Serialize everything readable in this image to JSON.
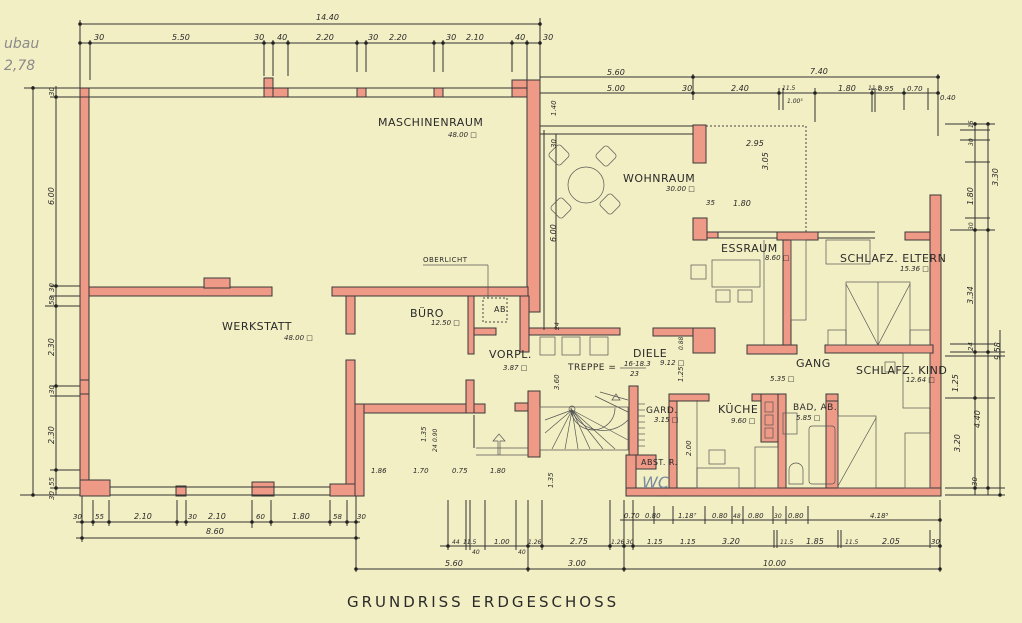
{
  "drawing": {
    "title": "GRUNDRISS ERDGESCHOSS",
    "margin_note": [
      "ubau",
      "2,78"
    ],
    "wc_note": "WC",
    "colors": {
      "paper": "#f3efc4",
      "wall_fill": "#ee9a86",
      "ink": "#2a2a2a"
    }
  },
  "rooms": [
    {
      "name": "MASCHINENRAUM",
      "area": "48.00 □"
    },
    {
      "name": "WOHNRAUM",
      "area": "30.00 □"
    },
    {
      "name": "ESSRAUM",
      "area": "8.60 □"
    },
    {
      "name": "SCHLAFZ. ELTERN",
      "area": "15.36 □"
    },
    {
      "name": "WERKSTATT",
      "area": "48.00 □"
    },
    {
      "name": "BÜRO",
      "area": "12.50 □"
    },
    {
      "name": "VORPL.",
      "area": "3.87 □"
    },
    {
      "name": "DIELE",
      "area": "9.12 □"
    },
    {
      "name": "GANG",
      "area": "5.35 □"
    },
    {
      "name": "SCHLAFZ. KIND",
      "area": "12.64 □"
    },
    {
      "name": "GARD.",
      "area": "3.15 □"
    },
    {
      "name": "KÜCHE",
      "area": "9.60 □"
    },
    {
      "name": "BAD, AB.",
      "area": "5.85 □"
    },
    {
      "name": "ABST. R.",
      "area": ""
    },
    {
      "name": "AB.",
      "area": ""
    }
  ],
  "labels": {
    "oberlicht": "OBERLICHT",
    "treppe": "TREPPE =",
    "treppe_num": "16·18.3",
    "treppe_den": "23"
  },
  "dimensions": {
    "top_total": "14.40",
    "top_row": [
      "30",
      "5.50",
      "30",
      "40",
      "2.20",
      "30",
      "2.20",
      "30",
      "2.10",
      "40",
      "30"
    ],
    "top_right_total": "7.40",
    "top_right_a": "5.60",
    "top_right_row": [
      "5.00",
      "30",
      "2.40",
      "11.5",
      "1.00⁵",
      "1.80",
      "11.5",
      "0.95",
      "0.70",
      "0.40"
    ],
    "wohnraum": [
      "2.95",
      "3.05",
      "35",
      "1.80",
      "1.40",
      "30",
      "6.00"
    ],
    "left_outer": [
      "30",
      "6.00",
      "30",
      "58",
      "2.30",
      "30",
      "2.30",
      "55",
      "30"
    ],
    "right_side": [
      "15",
      "30",
      "1.80",
      "3.30",
      "30",
      "3.34",
      "24",
      "9.58",
      "1.25",
      "4.40",
      "3.20",
      "30"
    ],
    "bottom_left_row": [
      "30",
      "55",
      "2.10",
      "30",
      "2.10",
      "60",
      "1.80",
      "58",
      "30"
    ],
    "bottom_left_total": "8.60",
    "bottom_mid_row": [
      "44",
      "11.5",
      "40",
      "1.00",
      "40",
      "1.26",
      "2.75",
      "1.26",
      "30",
      "1.15"
    ],
    "bottom_mid_total_a": "5.60",
    "bottom_mid_total_b": "3.00",
    "bottom_right_row1": [
      "0.70",
      "0.80",
      "1.18⁷",
      "0.80",
      "48",
      "0.80",
      "30",
      "0.80",
      "4.18⁵"
    ],
    "bottom_right_row2": [
      "1.15",
      "3.20",
      "11.5",
      "1.85",
      "11.5",
      "2.05",
      "30"
    ],
    "bottom_right_total": "10.00",
    "inner": [
      "1.86",
      "1.70",
      "0.75",
      "1.80",
      "1.35",
      "0.90",
      "24",
      "1.35",
      "3.60",
      "24",
      "2.00",
      "1.25",
      "0.88"
    ]
  }
}
